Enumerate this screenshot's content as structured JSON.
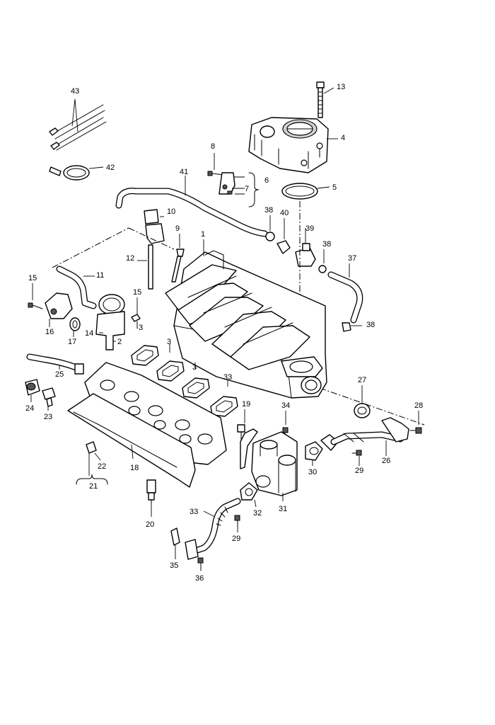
{
  "diagram": {
    "labels": [
      {
        "id": "p1",
        "text": "1"
      },
      {
        "id": "p2",
        "text": "2"
      },
      {
        "id": "p3a",
        "text": "3"
      },
      {
        "id": "p3b",
        "text": "3"
      },
      {
        "id": "p3c",
        "text": "3"
      },
      {
        "id": "p4",
        "text": "4"
      },
      {
        "id": "p5",
        "text": "5"
      },
      {
        "id": "p6",
        "text": "6"
      },
      {
        "id": "p7",
        "text": "7"
      },
      {
        "id": "p8",
        "text": "8"
      },
      {
        "id": "p9",
        "text": "9"
      },
      {
        "id": "p10",
        "text": "10"
      },
      {
        "id": "p11",
        "text": "11"
      },
      {
        "id": "p12",
        "text": "12"
      },
      {
        "id": "p13",
        "text": "13"
      },
      {
        "id": "p14",
        "text": "14"
      },
      {
        "id": "p15a",
        "text": "15"
      },
      {
        "id": "p15b",
        "text": "15"
      },
      {
        "id": "p16",
        "text": "16"
      },
      {
        "id": "p17",
        "text": "17"
      },
      {
        "id": "p18",
        "text": "18"
      },
      {
        "id": "p19",
        "text": "19"
      },
      {
        "id": "p20",
        "text": "20"
      },
      {
        "id": "p21",
        "text": "21"
      },
      {
        "id": "p22",
        "text": "22"
      },
      {
        "id": "p23",
        "text": "23"
      },
      {
        "id": "p24",
        "text": "24"
      },
      {
        "id": "p25",
        "text": "25"
      },
      {
        "id": "p26",
        "text": "26"
      },
      {
        "id": "p27",
        "text": "27"
      },
      {
        "id": "p28",
        "text": "28"
      },
      {
        "id": "p29a",
        "text": "29"
      },
      {
        "id": "p29b",
        "text": "29"
      },
      {
        "id": "p30",
        "text": "30"
      },
      {
        "id": "p31",
        "text": "31"
      },
      {
        "id": "p32",
        "text": "32"
      },
      {
        "id": "p33a",
        "text": "33"
      },
      {
        "id": "p33b",
        "text": "33"
      },
      {
        "id": "p34",
        "text": "34"
      },
      {
        "id": "p35",
        "text": "35"
      },
      {
        "id": "p36",
        "text": "36"
      },
      {
        "id": "p37",
        "text": "37"
      },
      {
        "id": "p38a",
        "text": "38"
      },
      {
        "id": "p38b",
        "text": "38"
      },
      {
        "id": "p38c",
        "text": "38"
      },
      {
        "id": "p39",
        "text": "39"
      },
      {
        "id": "p40",
        "text": "40"
      },
      {
        "id": "p41",
        "text": "41"
      },
      {
        "id": "p42",
        "text": "42"
      },
      {
        "id": "p43",
        "text": "43"
      }
    ]
  }
}
